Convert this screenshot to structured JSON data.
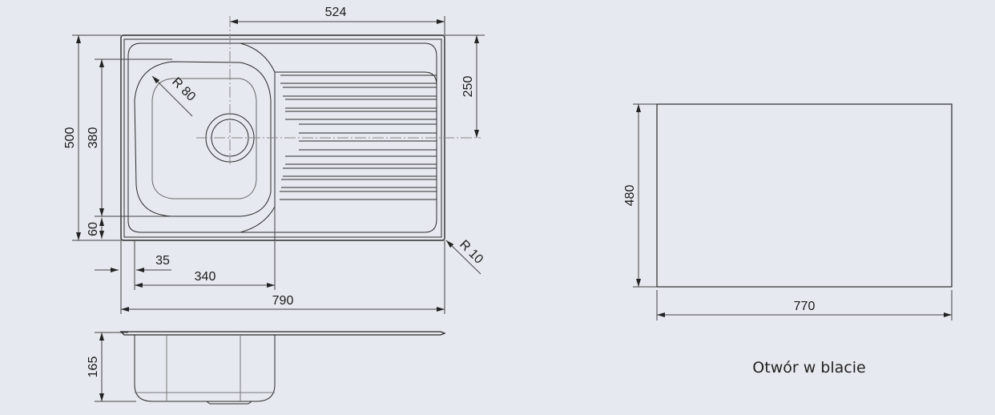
{
  "sink_drawing": {
    "dims": {
      "drainer_to_drain": "524",
      "total_depth": "500",
      "bowl_depth": "380",
      "front_margin": "60",
      "drain_from_back": "250",
      "corner_radius_bowl": "R 80",
      "corner_radius_outer": "R 10",
      "bowl_offset": "35",
      "bowl_width": "340",
      "total_width": "790",
      "bowl_height": "165"
    }
  },
  "cutout_drawing": {
    "dims": {
      "height": "480",
      "width": "770"
    },
    "caption": "Otwór w blacie"
  },
  "colors": {
    "background": "#e6e9f0",
    "line": "#2a2a2a"
  }
}
